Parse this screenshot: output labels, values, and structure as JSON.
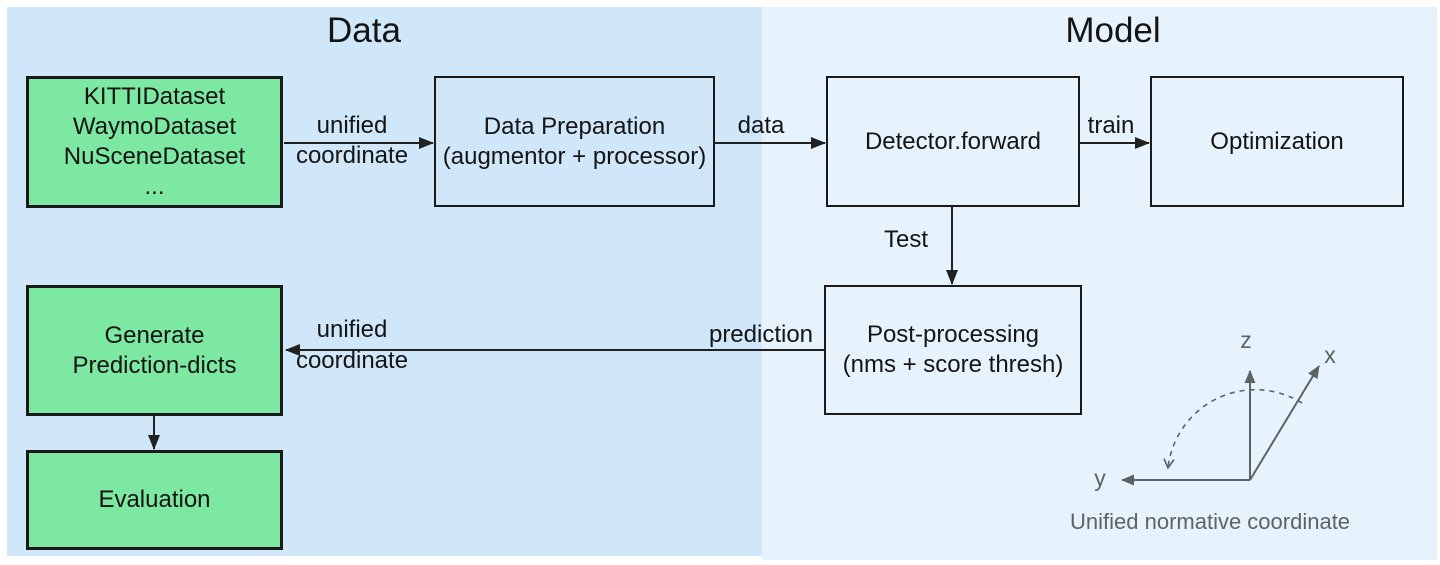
{
  "titles": {
    "data": "Data",
    "model": "Model"
  },
  "boxes": {
    "datasets": {
      "l1": "KITTIDataset",
      "l2": "WaymoDataset",
      "l3": "NuSceneDataset",
      "l4": "..."
    },
    "data_preparation": {
      "l1": "Data Preparation",
      "l2": "(augmentor + processor)"
    },
    "detector": {
      "l1": "Detector.forward"
    },
    "optimization": {
      "l1": "Optimization"
    },
    "post_processing": {
      "l1": "Post-processing",
      "l2": "(nms + score thresh)"
    },
    "generate_prediction": {
      "l1": "Generate",
      "l2": "Prediction-dicts"
    },
    "evaluation": {
      "l1": "Evaluation"
    }
  },
  "edge_labels": {
    "unified_top": {
      "l1": "unified",
      "l2": "coordinate"
    },
    "data": "data",
    "train": "train",
    "test": "Test",
    "prediction": "prediction",
    "unified_bottom": {
      "l1": "unified",
      "l2": "coordinate"
    }
  },
  "coordinate_diagram": {
    "z": "z",
    "x": "x",
    "y": "y",
    "caption": "Unified normative coordinate"
  },
  "colors": {
    "data_panel": "#cfe7f8",
    "model_panel": "#e7f3fc",
    "green_fill": "#7de8a2",
    "box_border": "#1a1a1a",
    "arrow": "#212121",
    "text": "#141414",
    "gray": "#5c6366"
  }
}
